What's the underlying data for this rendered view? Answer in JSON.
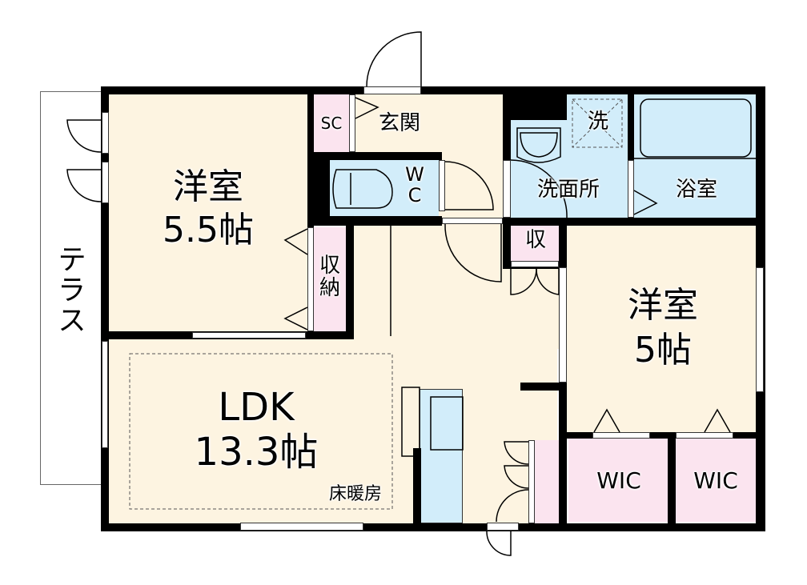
{
  "colors": {
    "living": "#fdf4e1",
    "wet": "#d2edfa",
    "storage": "#fbe4ef",
    "wall": "#000000",
    "terrace": "#ffffff"
  },
  "rooms": {
    "western_room_1": {
      "name": "洋室",
      "size": "5.5帖"
    },
    "western_room_2": {
      "name": "洋室",
      "size": "5帖"
    },
    "ldk": {
      "name": "LDK",
      "size": "13.3帖",
      "note": "床暖房"
    },
    "entrance": {
      "name": "玄関"
    },
    "shoe_closet": {
      "name": "SC"
    },
    "toilet": {
      "name": "W\nC"
    },
    "washroom": {
      "name": "洗面所"
    },
    "washer": {
      "name": "洗"
    },
    "bathroom": {
      "name": "浴室"
    },
    "storage_small": {
      "name": "収"
    },
    "storage_closet": {
      "name": "収\n納"
    },
    "wic_1": {
      "name": "WIC"
    },
    "wic_2": {
      "name": "WIC"
    },
    "terrace": {
      "name": "テラス"
    }
  }
}
